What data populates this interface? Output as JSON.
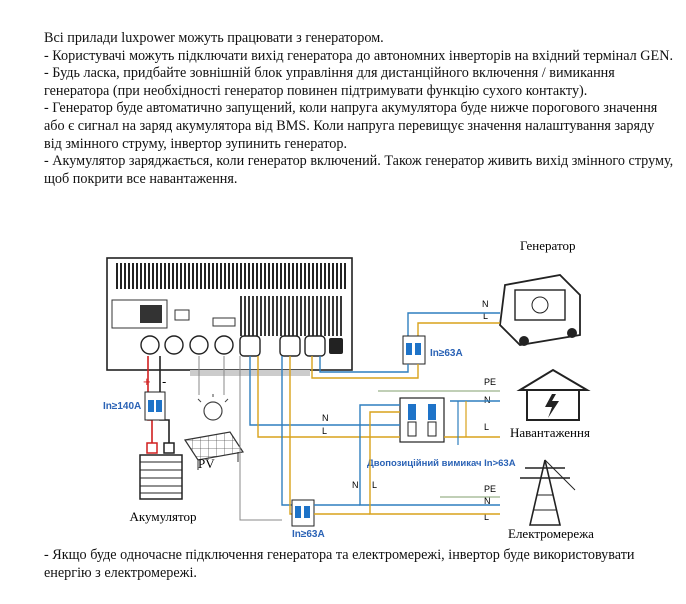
{
  "intro": {
    "lines": [
      "Всі прилади luxpower можуть працювати з генератором.",
      "- Користувачі можуть підключати вихід генератора до автономних інверторів на вхідний термінал GEN.",
      "- Будь ласка, придбайте зовнішній блок управління для дистанційного включення / вимикання генератора (при необхідності генератор повинен підтримувати функцію сухого контакту).",
      "- Генератор буде автоматично запущений, коли напруга акумулятора буде нижче порогового значення або є сигнал на заряд акумулятора від BMS. Коли напруга перевищує значення налаштування заряду від змінного струму, інвертор зупинить генератор.",
      "- Акумулятор заряджається, коли генератор включений. Також генератор живить вихід змінного струму, щоб покрити все навантаження."
    ]
  },
  "diagram": {
    "generator_label": "Генератор",
    "load_label": "Навантаження",
    "grid_label": "Електромережа",
    "battery_label": "Акумулятор",
    "pv_label": "PV",
    "switch_label": "Двопозиційний вимикач In>63A",
    "breaker_battery": "In≥140A",
    "breaker_gen": "In≥63A",
    "breaker_grid": "In≥63A",
    "wire_n": "N",
    "wire_l": "L",
    "wire_pe": "PE",
    "plus": "+",
    "minus": "-",
    "colors": {
      "wire_blue": "#2f7fbf",
      "wire_yellow": "#d9a21b",
      "wire_red": "#d01f1f",
      "breaker_blue": "#1e73c8",
      "label_blue": "#2a62b5"
    }
  },
  "footer": {
    "line": "- Якщо буде одночасне підключення генератора та електромережі, інвертор буде використовувати енергію з електромережі."
  }
}
